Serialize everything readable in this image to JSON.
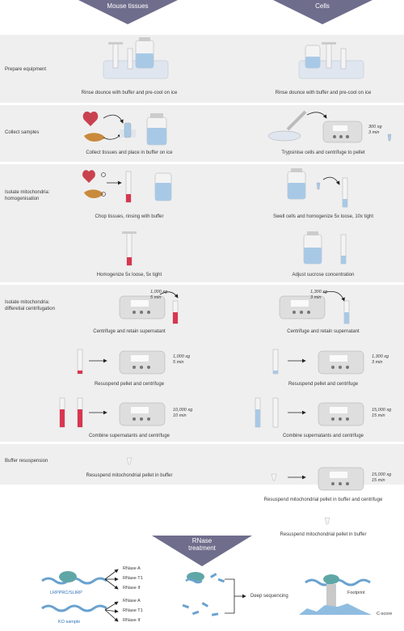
{
  "headers": {
    "mouse": "Mouse tissues",
    "cells": "Cells",
    "rnase": "RNase\ntreatment"
  },
  "steps": {
    "prepare": "Prepare equipment",
    "collect": "Collect samples",
    "isolate_homog": "Isolate mitochondria:\nhomogenisation",
    "isolate_cent": "Isolate mitochondria:\ndifferetial centrifugation",
    "buffer": "Buffer resuspension"
  },
  "captions": {
    "m_rinse": "Rinse dounce with buffer and pre-cool on ice",
    "c_rinse": "Rinse dounce with buffer and pre-cool on ice",
    "m_collect": "Collect tissues and place in buffer on ice",
    "c_collect": "Trypsinise cells and centrifuge to pellet",
    "m_chop": "Chop tissues, rinsing with buffer",
    "c_swell": "Swell cells and homogenize 5x loose, 10x tight",
    "m_homog": "Homogenize 5x loose, 5x tight",
    "c_sucrose": "Adjust sucrose concentration",
    "m_cent1": "Centrifuge and retain supernatant",
    "c_cent1": "Centrifuge and retain supernatant",
    "m_resusp": "Resuspend pellet and centrifuge",
    "c_resusp": "Resuspend pellet and centrifuge",
    "m_combine": "Combine supernatants and centrifuge",
    "c_combine": "Combine supernatants and centrifuge",
    "m_final": "Resuspend mitochondrial pellet in buffer",
    "c_final1": "Resuspend mitochondrial pellet in buffer and centrifuge",
    "c_final2": "Resuspend mitochondrial pellet in buffer"
  },
  "params": {
    "c_collect_g": "300 xg",
    "c_collect_t": "3 min",
    "m_c1_g": "1,000 xg",
    "m_c1_t": "5 min",
    "c_c1_g": "1,300 xg",
    "c_c1_t": "3 min",
    "m_c2_g": "1,000 xg",
    "m_c2_t": "5 min",
    "c_c2_g": "1,300 xg",
    "c_c2_t": "3 min",
    "m_c3_g": "10,000 xg",
    "m_c3_t": "10 min",
    "c_c3_g": "15,000 xg",
    "c_c3_t": "15 min",
    "c_c4_g": "15,000 xg",
    "c_c4_t": "15 min"
  },
  "rnase": {
    "sample1": "LRPPRC/SLIRP",
    "sample2": "KO sample",
    "enzymes1": [
      "RNase A",
      "RNase T1",
      "RNase If"
    ],
    "enzymes2": [
      "RNase A",
      "RNase T1",
      "RNase If"
    ],
    "deep": "Deep sequencing",
    "footprint": "Footprint",
    "cscore": "C-score"
  },
  "colors": {
    "header": "#6f6d8c",
    "rowbg": "#efefef",
    "blood": "#d9364f",
    "liquid": "#a8c9e6",
    "label_blue": "#2f73b8"
  }
}
